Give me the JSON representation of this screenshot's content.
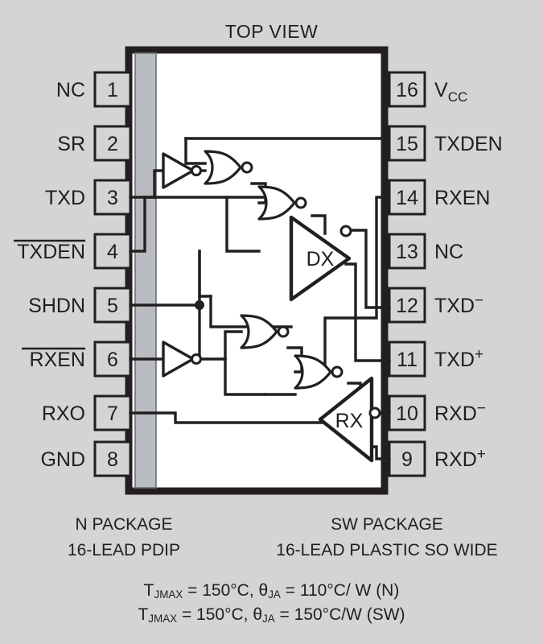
{
  "title": "TOP VIEW",
  "package": {
    "body_fill": "#ffffff",
    "outline_color": "#231f20",
    "notch_fill": "#b8bcc0",
    "background": "#d4d4d4"
  },
  "pins": {
    "left": [
      {
        "number": "1",
        "label": "NC",
        "overbar": false
      },
      {
        "number": "2",
        "label": "SR",
        "overbar": false
      },
      {
        "number": "3",
        "label": "TXD",
        "overbar": false
      },
      {
        "number": "4",
        "label": "TXDEN",
        "overbar": true
      },
      {
        "number": "5",
        "label": "SHDN",
        "overbar": false
      },
      {
        "number": "6",
        "label": "RXEN",
        "overbar": true
      },
      {
        "number": "7",
        "label": "RXO",
        "overbar": false
      },
      {
        "number": "8",
        "label": "GND",
        "overbar": false
      }
    ],
    "right": [
      {
        "number": "16",
        "label": "V",
        "sub": "CC",
        "sup": ""
      },
      {
        "number": "15",
        "label": "TXDEN",
        "sub": "",
        "sup": ""
      },
      {
        "number": "14",
        "label": "RXEN",
        "sub": "",
        "sup": ""
      },
      {
        "number": "13",
        "label": "NC",
        "sub": "",
        "sup": ""
      },
      {
        "number": "12",
        "label": "TXD",
        "sub": "",
        "sup": "−"
      },
      {
        "number": "11",
        "label": "TXD",
        "sub": "",
        "sup": "+"
      },
      {
        "number": "10",
        "label": "RXD",
        "sub": "",
        "sup": "−"
      },
      {
        "number": "9",
        "label": "RXD",
        "sub": "",
        "sup": "+"
      }
    ]
  },
  "internal_blocks": [
    {
      "name": "driver",
      "label": "DX"
    },
    {
      "name": "receiver",
      "label": "RX"
    }
  ],
  "captions": {
    "n_package_line1": "N PACKAGE",
    "n_package_line2": "16-LEAD PDIP",
    "sw_package_line1": "SW PACKAGE",
    "sw_package_line2": "16-LEAD PLASTIC SO WIDE",
    "thermal_n": {
      "t_symbol": "T",
      "t_sub": "JMAX",
      "t_value": " = 150°C, ",
      "theta_symbol": "θ",
      "theta_sub": "JA",
      "theta_value": " = 110°C/ W (N)"
    },
    "thermal_sw": {
      "t_symbol": "T",
      "t_sub": "JMAX",
      "t_value": " = 150°C, ",
      "theta_symbol": "θ",
      "theta_sub": "JA",
      "theta_value": " = 150°C/W (SW)"
    }
  }
}
